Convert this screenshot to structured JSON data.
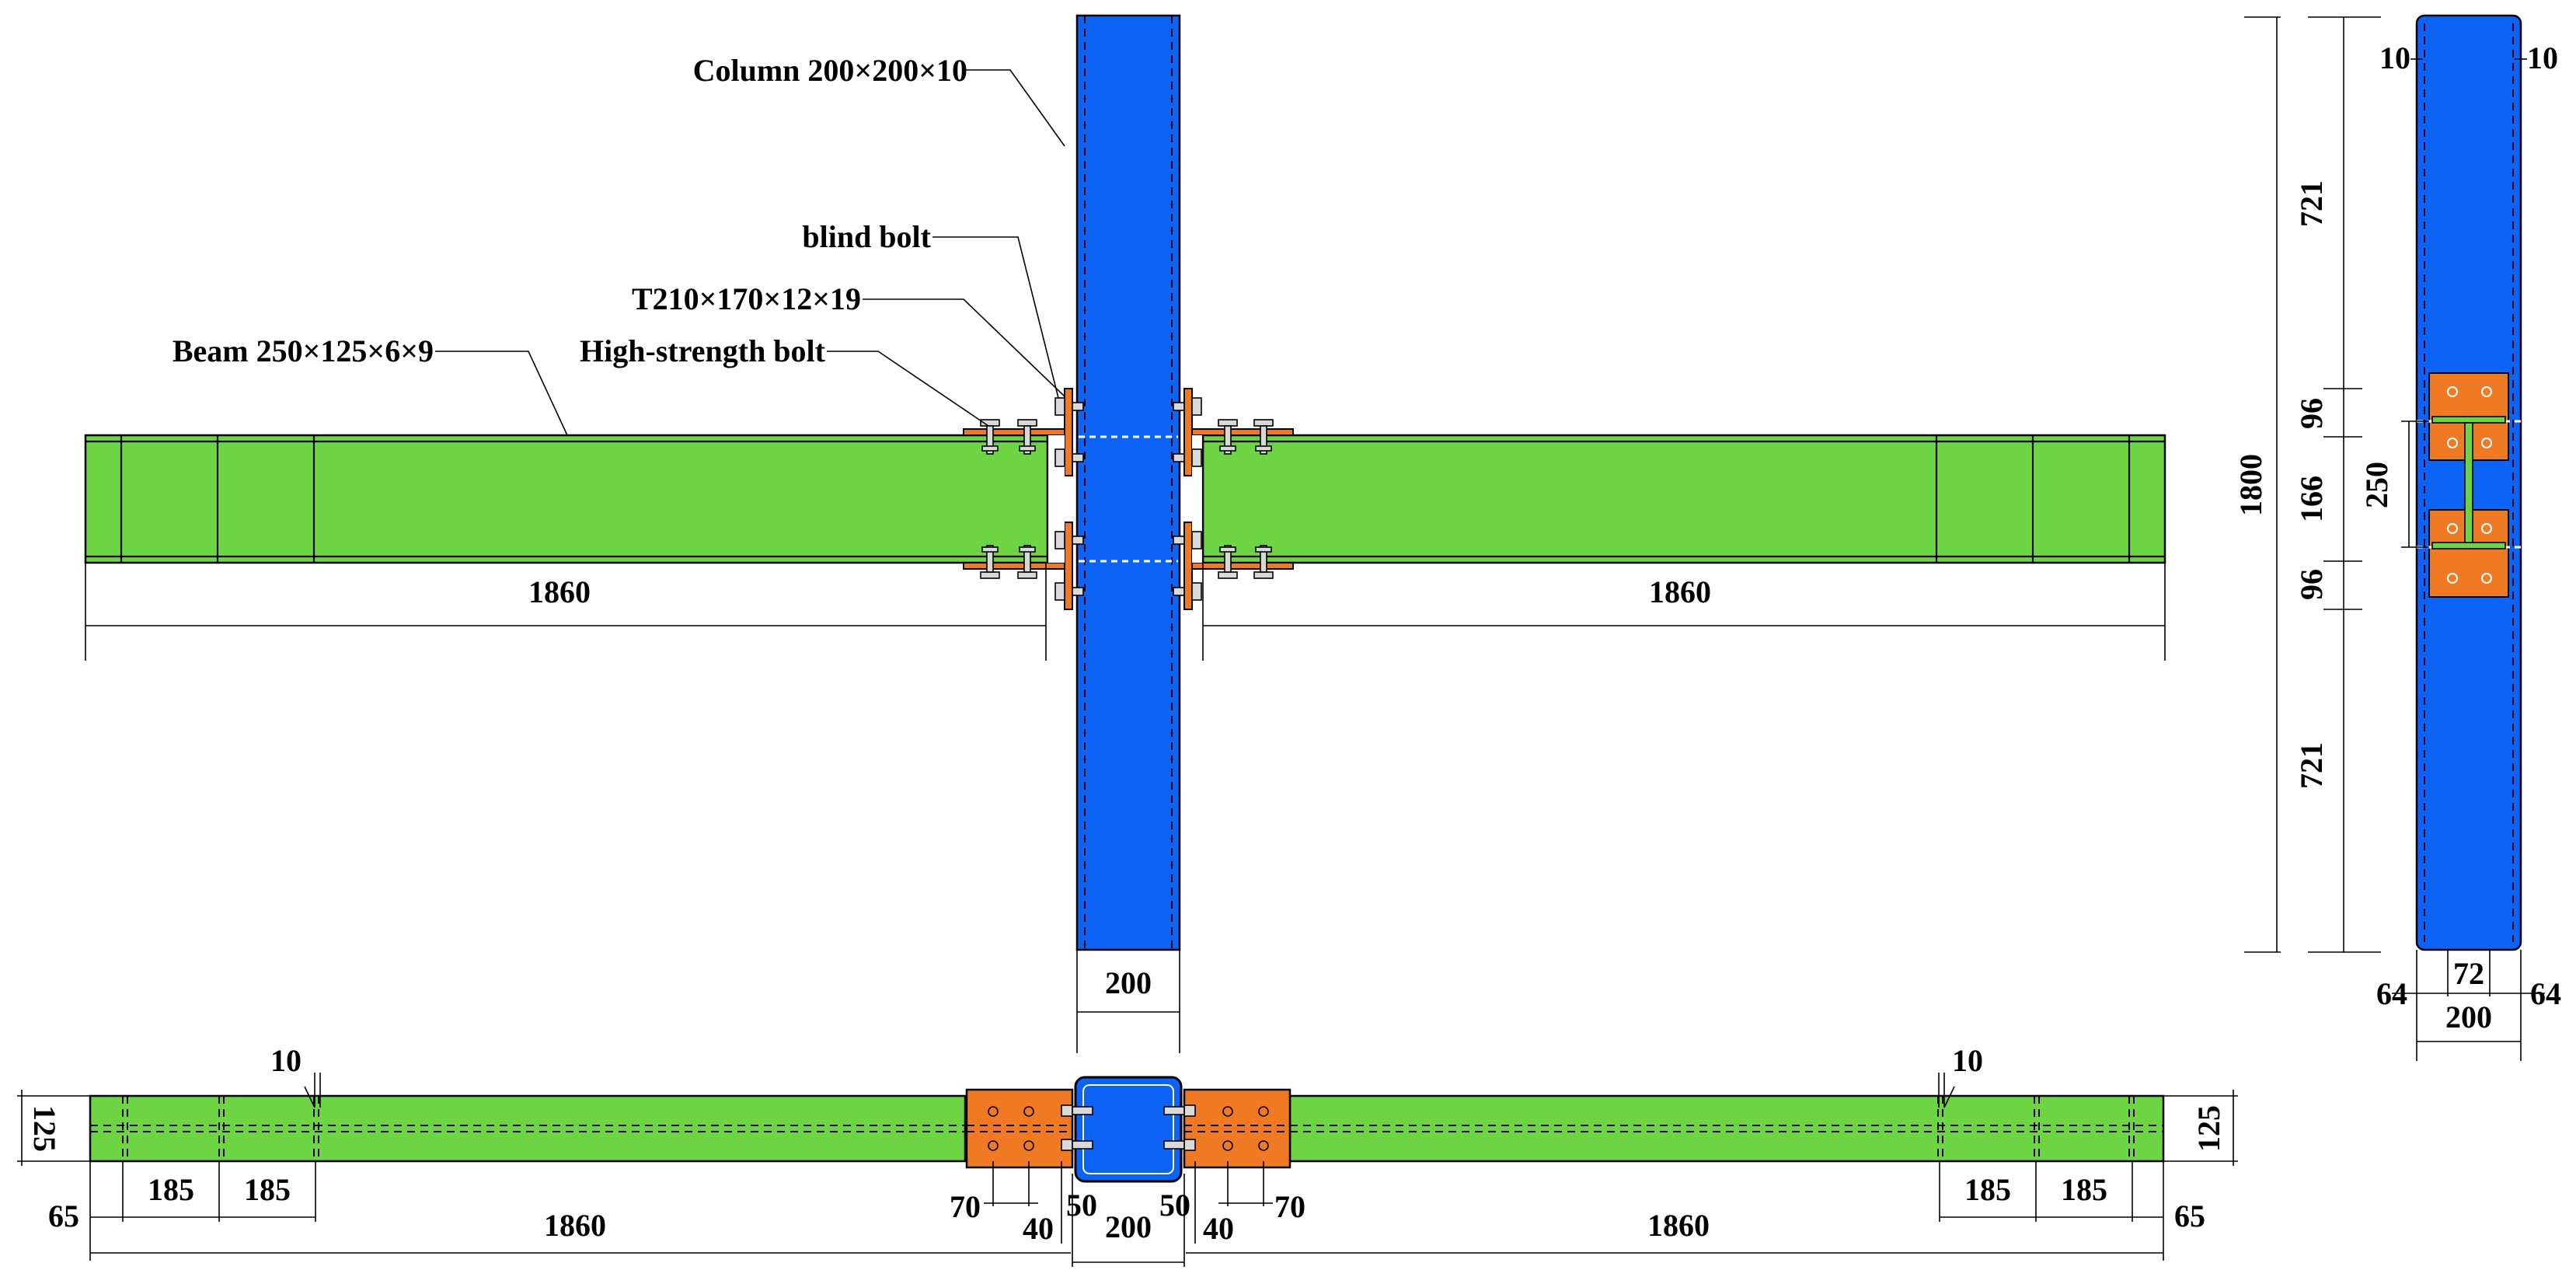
{
  "colors": {
    "beam": "#6dd444",
    "column": "#0d63f5",
    "tee": "#f07a24",
    "bolt": "#d9d9d9",
    "line": "#000000"
  },
  "labels": {
    "column": "Column 200×200×10",
    "blind_bolt": "blind bolt",
    "tee": "T210×170×12×19",
    "beam": "Beam 250×125×6×9",
    "hs_bolt": "High-strength bolt"
  },
  "dims": {
    "beam_left_len": "1860",
    "beam_right_len": "1860",
    "column_width_elev": "200",
    "height_top": "721",
    "height_bottom": "721",
    "height_total": "1800",
    "height_96_top": "96",
    "height_166": "166",
    "height_96_bottom": "96",
    "tee_spacing": "250",
    "side_tw_left": "10",
    "side_tw_right": "10",
    "side_64_left": "64",
    "side_72": "72",
    "side_64_right": "64",
    "side_200": "200",
    "plan_10_left": "10",
    "plan_10_right": "10",
    "plan_125_left": "125",
    "plan_125_right": "125",
    "plan_185_a": "185",
    "plan_185_b": "185",
    "plan_185_c": "185",
    "plan_185_d": "185",
    "plan_65_left": "65",
    "plan_65_right": "65",
    "plan_1860_left": "1860",
    "plan_1860_right": "1860",
    "plan_70_left": "70",
    "plan_40_left": "40",
    "plan_50_left": "50",
    "plan_200": "200",
    "plan_50_right": "50",
    "plan_40_right": "40",
    "plan_70_right": "70"
  }
}
